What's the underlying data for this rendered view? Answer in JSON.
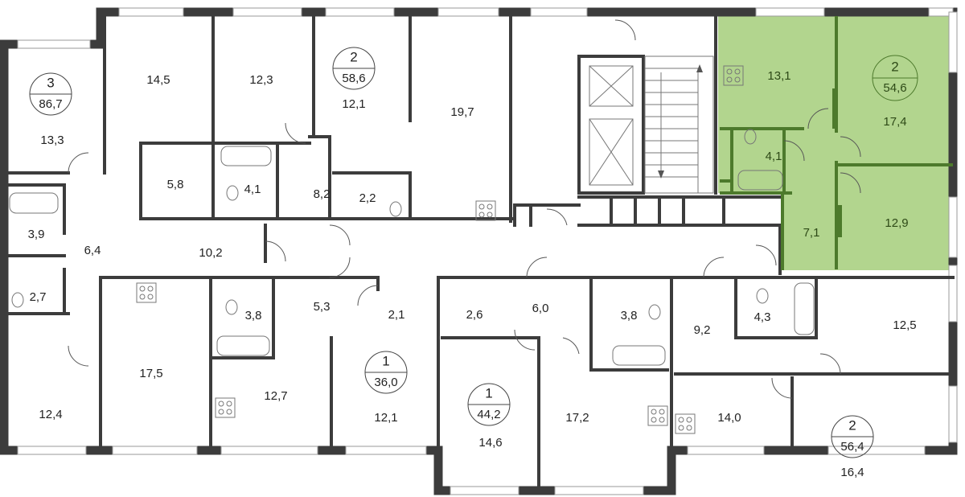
{
  "plan": {
    "colors": {
      "wall": "#3c3c3c",
      "highlight_fill": "#b2d58e",
      "highlight_wall": "#4d7a2c"
    },
    "apartments": [
      {
        "rooms": "3",
        "area": "86,7"
      },
      {
        "rooms": "2",
        "area": "58,6"
      },
      {
        "rooms": "1",
        "area": "36,0"
      },
      {
        "rooms": "1",
        "area": "44,2"
      },
      {
        "rooms": "2",
        "area": "56,4"
      },
      {
        "rooms": "2",
        "area": "54,6",
        "highlighted": true
      }
    ],
    "rooms": [
      "14,5",
      "12,3",
      "12,1",
      "19,7",
      "13,3",
      "5,8",
      "4,1",
      "8,2",
      "2,2",
      "3,9",
      "6,4",
      "10,2",
      "2,7",
      "17,5",
      "12,4",
      "3,8",
      "5,3",
      "2,1",
      "12,7",
      "12,1",
      "2,6",
      "6,0",
      "3,8",
      "14,6",
      "17,2",
      "9,2",
      "4,3",
      "12,5",
      "14,0",
      "16,4",
      "13,1",
      "17,4",
      "4,1",
      "7,1",
      "12,9"
    ]
  }
}
